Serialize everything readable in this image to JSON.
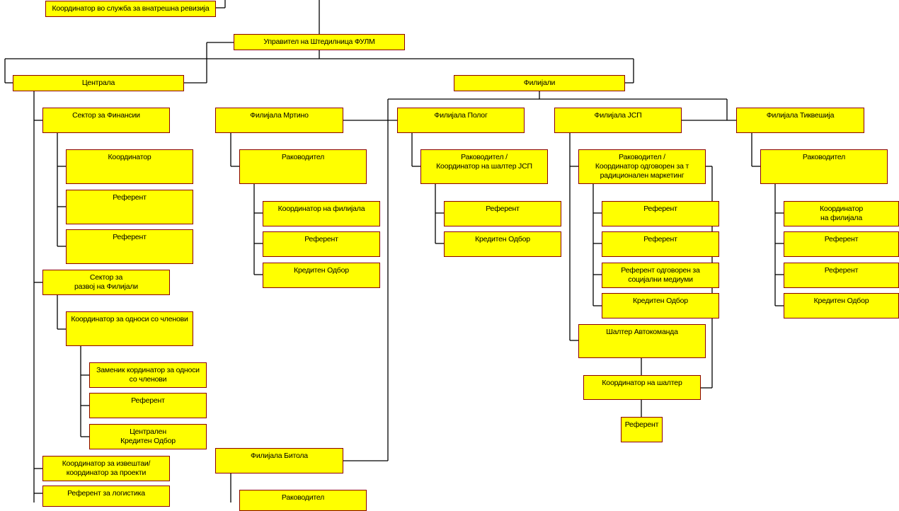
{
  "nodes": {
    "internal_audit": "Координатор во служба за внатрешна ревизија",
    "manager": "Управител на Штедилница ФУЛМ",
    "central": "Централа",
    "branches": "Филијали",
    "finance_sector": "Сектор за Финансии",
    "finance_coordinator": "Координатор",
    "finance_referent_1": "Референт",
    "finance_referent_2": "Референт",
    "development_sector": "Сектор за\nразвој на Филијали",
    "member_relations_coordinator": "Координатор за односи со членови",
    "deputy_member_coordinator": "Заменик кординатор за односи\nсо членови",
    "development_referent": "Референт",
    "central_credit_board": "Централен\nКредитен Одбор",
    "reports_coordinator": "Координатор за извештаи/\nкоординатор за проекти",
    "logistics_referent": "Референт за логистика",
    "mrtino_branch": "Филијала Мртино",
    "mrtino_head": "Раководител",
    "mrtino_coordinator": "Координатор на филијала",
    "mrtino_referent": "Референт",
    "mrtino_credit_board": "Кредитен Одбор",
    "bitola_branch": "Филијала Битола",
    "bitola_head": "Раководител",
    "polog_branch": "Филијала Полог",
    "polog_head": "Раководител /\nКоординатор на шалтер ЈСП",
    "polog_referent": "Референт",
    "polog_credit_board": "Кредитен Одбор",
    "jsp_branch": "Филијала ЈСП",
    "jsp_head": "Раководител /\nКоординатор одговорен за т\nрадиционален маркетинг",
    "jsp_referent_1": "Референт",
    "jsp_referent_2": "Референт",
    "jsp_social_media_referent": "Референт одговорен за\nсоцијални медиуми",
    "jsp_credit_board": "Кредитен Одбор",
    "avtokomanda_counter": "Шалтер Автокоманда",
    "counter_coordinator": "Координатор на шалтер",
    "counter_referent": "Референт",
    "tikvesija_branch": "Филијала Тиквешија",
    "tikvesija_head": "Раководител",
    "tikvesija_coordinator": "Координатор\nна филијала",
    "tikvesija_referent_1": "Референт",
    "tikvesija_referent_2": "Референт",
    "tikvesija_credit_board": "Кредитен Одбор"
  },
  "colors": {
    "box_fill": "#ffff00",
    "box_border": "#8b0000",
    "connector": "#000000"
  }
}
